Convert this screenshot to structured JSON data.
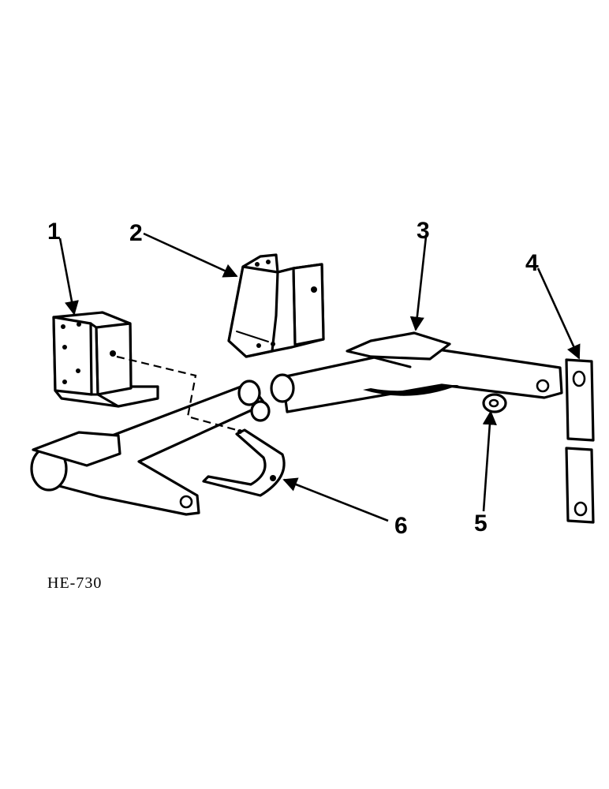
{
  "diagram": {
    "callouts": [
      "1",
      "2",
      "3",
      "4",
      "5",
      "6"
    ],
    "figure_code": "HE-730",
    "colors": {
      "ink": "#000000",
      "paper": "#ffffff"
    }
  }
}
